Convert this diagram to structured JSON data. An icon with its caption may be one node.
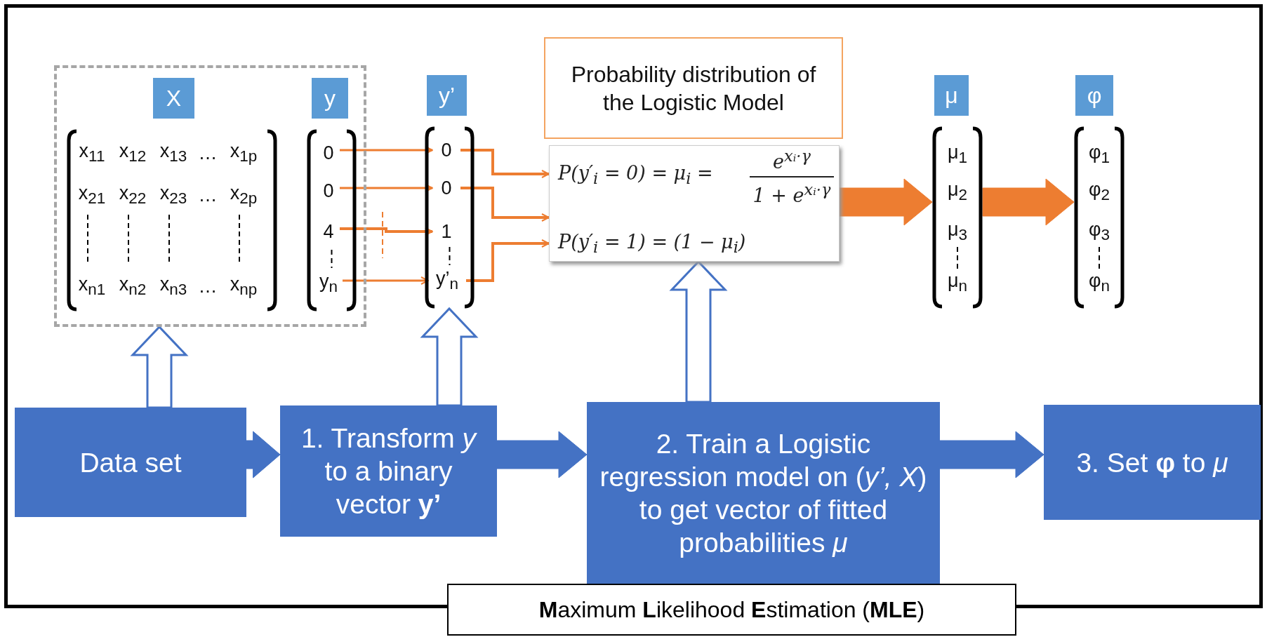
{
  "diagram": {
    "nodes": [
      {
        "text": [],
        "shape": "box"
      },
      {
        "text": [
          "X"
        ],
        "in": 0
      },
      {
        "text": [
          "x$_{11}$",
          "x$_{12}$",
          "x$_{13}$",
          "…",
          "x$_{1p}$",
          "x$_{21}$",
          "x$_{22}$",
          "x$_{23}$",
          "…",
          "x$_{2p}$",
          "x$_{n1}$",
          "x$_{n2}$",
          "x$_{n3}$",
          "…",
          "x$_{np}$"
        ],
        "in": 0
      },
      {
        "text": [
          "y"
        ],
        "in": 0
      },
      {
        "text": [],
        "shape": "bracket",
        "in": 0
      },
      {
        "text": [
          "0"
        ],
        "in": 4
      },
      {
        "text": [
          "0"
        ],
        "in": 4
      },
      {
        "text": [
          "4"
        ],
        "in": 4
      },
      {
        "text": [
          "y$_{n}$"
        ],
        "in": 4
      },
      {
        "text": [
          "y’"
        ]
      },
      {
        "text": [],
        "shape": "bracket"
      },
      {
        "text": [
          "0"
        ],
        "in": 10
      },
      {
        "text": [
          "0"
        ],
        "in": 10
      },
      {
        "text": [
          "1"
        ],
        "in": 10
      },
      {
        "text": [
          "y’$_{n}$"
        ],
        "in": 10
      },
      {
        "text": [
          "Probability distribution of the Logistic Model"
        ]
      },
      {
        "text": [
          "P(y′$_{i}$ = 0) = μ$_{i}$ =",
          "e$^{xᵢ·γ}$",
          "1 + e$^{xᵢ·γ}$",
          "P(y′$_{i}$ = 1) = (1 − μ$_{i}$)"
        ]
      },
      {
        "text": [
          "μ"
        ]
      },
      {
        "text": [
          "μ$_{1}$",
          "μ$_{2}$",
          "μ$_{3}$",
          "μ$_{n}$"
        ]
      },
      {
        "text": [
          "φ"
        ]
      },
      {
        "text": [
          "φ$_{1}$",
          "φ$_{2}$",
          "φ$_{3}$",
          "φ$_{n}$"
        ]
      },
      {
        "text": [
          "Data set"
        ]
      },
      {
        "text": [
          "1. Transform *y* to a binary vector **y’**"
        ]
      },
      {
        "text": [
          "2. Train a Logistic regression model on (*y’, X*) to get vector of fitted probabilities *μ*"
        ]
      },
      {
        "text": [
          "3. Set **φ** to *μ*"
        ]
      },
      {
        "text": [
          "**M**aximum **L**ikelihood **E**stimation (**MLE**)"
        ]
      }
    ],
    "edges": [
      {
        "from": 5,
        "to": 11,
        "arrow": "to"
      },
      {
        "from": 6,
        "to": 12,
        "arrow": "to"
      },
      {
        "from": 7,
        "to": 13,
        "arrow": "to"
      },
      {
        "from": 8,
        "to": 14,
        "arrow": "to"
      },
      {
        "from": 11,
        "to": 16,
        "arrow": "to"
      },
      {
        "from": 12,
        "to": 16,
        "arrow": "to"
      },
      {
        "from": 14,
        "to": 16,
        "arrow": "to"
      },
      {
        "from": 16,
        "to": 18,
        "arrow": "to",
        "style": "thick"
      },
      {
        "from": 18,
        "to": 20,
        "arrow": "to",
        "style": "thick"
      },
      {
        "from": 21,
        "to": 22,
        "arrow": "to",
        "style": "thick",
        "color": "#4472c4"
      },
      {
        "from": 22,
        "to": 23,
        "arrow": "to",
        "style": "thick",
        "color": "#4472c4"
      },
      {
        "from": 23,
        "to": 24,
        "arrow": "to",
        "style": "thick",
        "color": "#4472c4"
      },
      {
        "from": 21,
        "to": 0,
        "arrow": "to",
        "style": "thick",
        "color": "#4472c4"
      },
      {
        "from": 22,
        "to": 10,
        "arrow": "to",
        "style": "thick",
        "color": "#4472c4"
      },
      {
        "from": 23,
        "to": 16,
        "arrow": "to",
        "style": "thick",
        "color": "#4472c4"
      }
    ]
  }
}
